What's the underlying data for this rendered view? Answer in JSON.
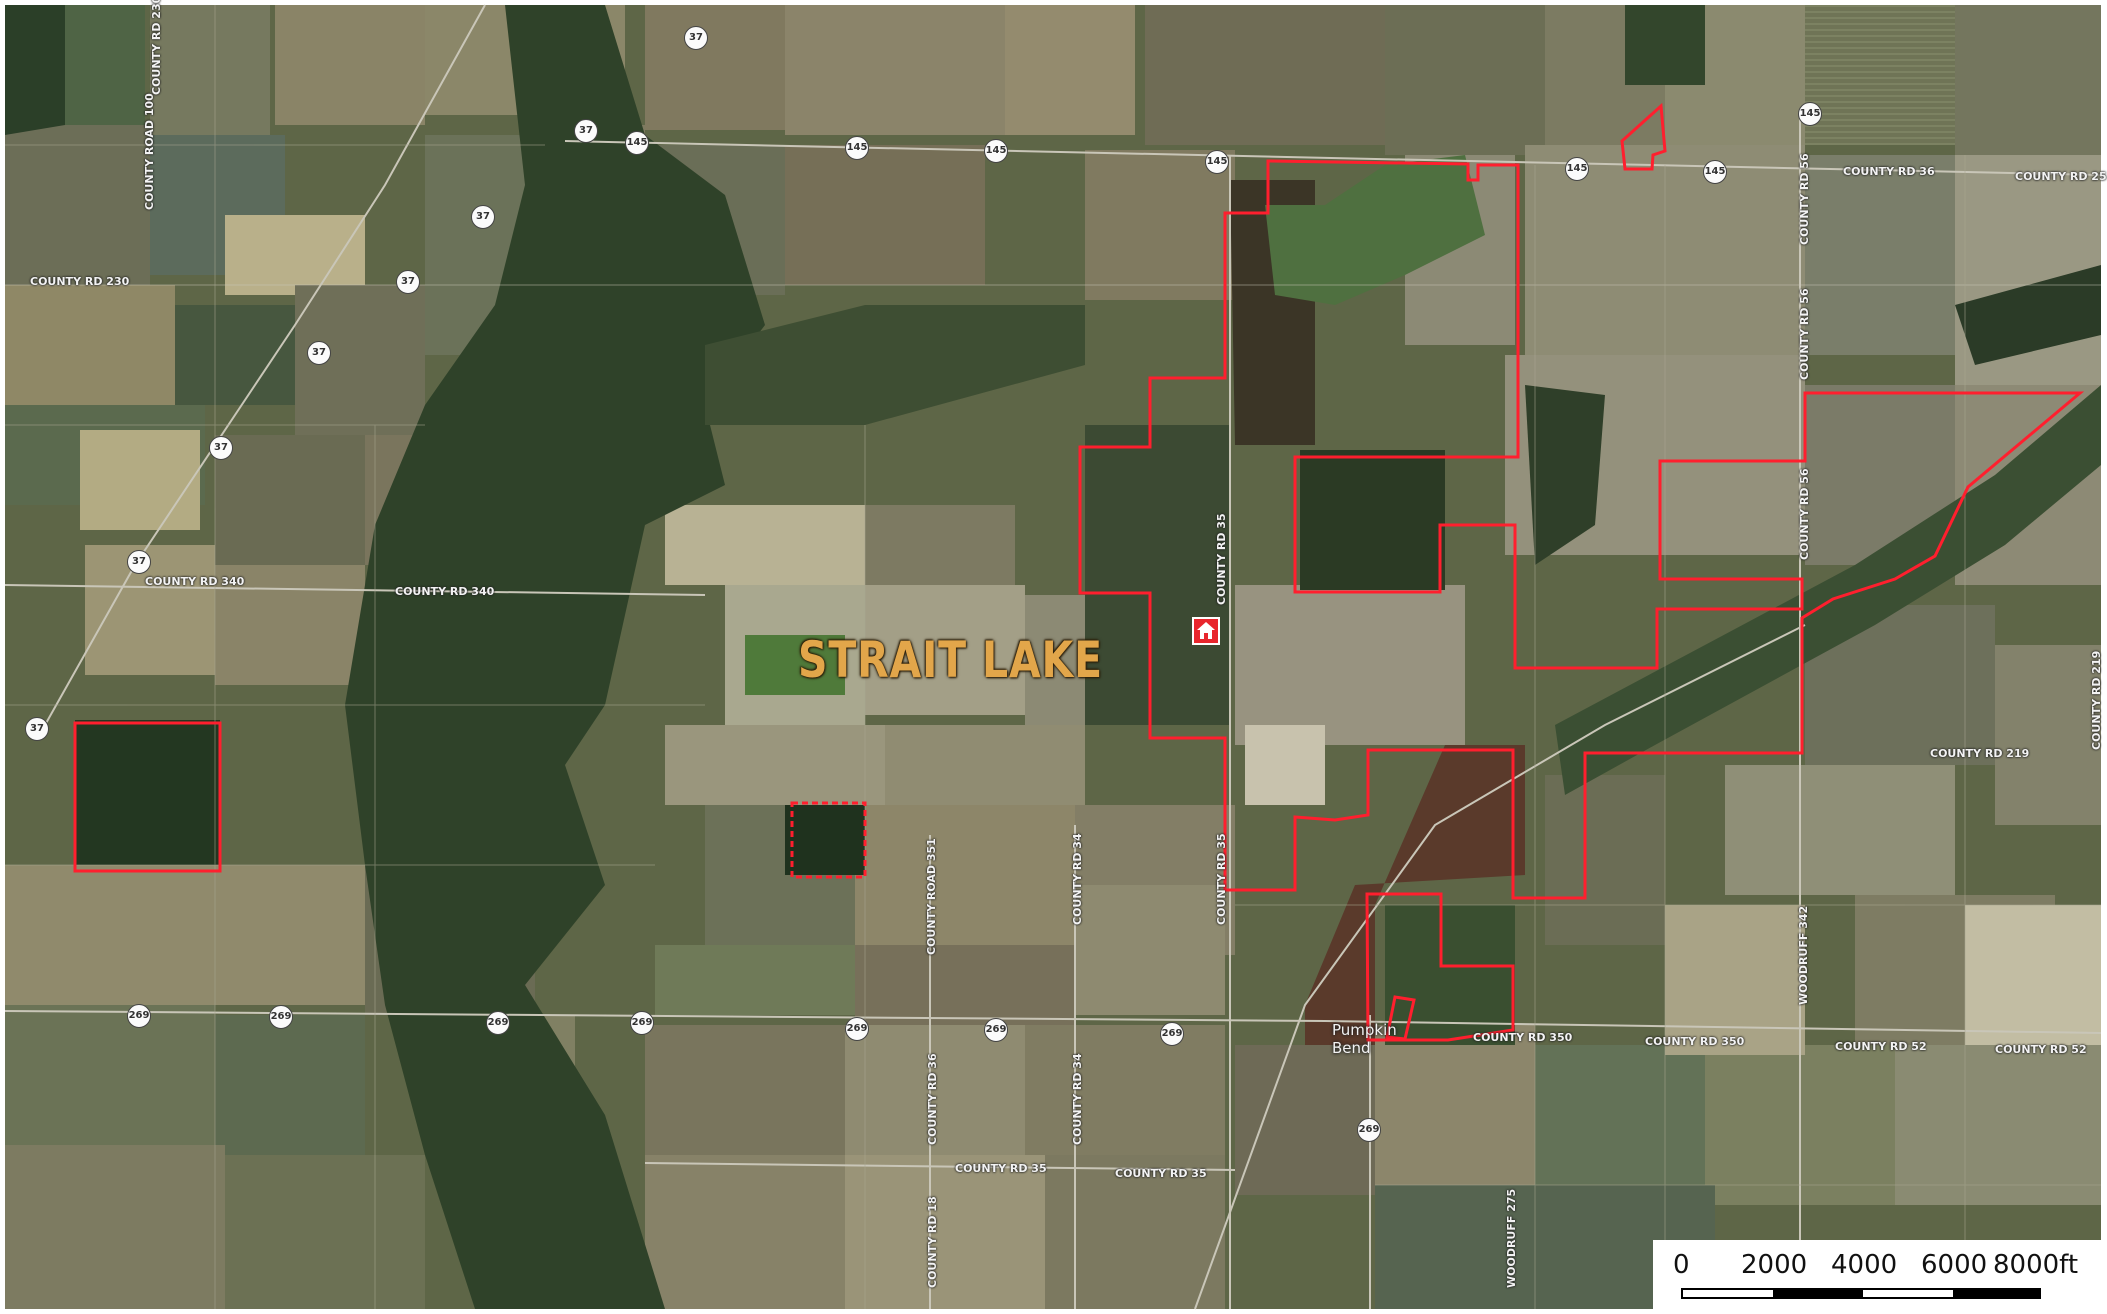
{
  "map": {
    "place_label": "STRAIT LAKE",
    "town_label": [
      "Pumpkin",
      "Bend"
    ],
    "road_labels": [
      "COUNTY RD 230",
      "COUNTY RD 340",
      "COUNTY RD 340",
      "COUNTY RD 36",
      "COUNTY RD 25",
      "COUNTY RD 219",
      "COUNTY RD 350",
      "COUNTY RD 350",
      "COUNTY RD 52",
      "COUNTY RD 52",
      "COUNTY RD 35",
      "COUNTY RD 35"
    ],
    "vertical_road_labels": [
      "COUNTY ROAD 100",
      "COUNTY RD 230",
      "COUNTY ROAD 351",
      "COUNTY RD 34",
      "COUNTY RD 35",
      "COUNTY RD 35",
      "COUNTY RD 34",
      "COUNTY RD 56",
      "COUNTY RD 56",
      "COUNTY RD 56",
      "WOODRUFF 342",
      "WOODRUFF 275",
      "COUNTY RD 18",
      "COUNTY RD 36",
      "COUNTY RD 219"
    ],
    "route_shields": [
      "37",
      "37",
      "37",
      "37",
      "37",
      "37",
      "37",
      "37",
      "145",
      "145",
      "145",
      "145",
      "145",
      "145",
      "145",
      "269",
      "269",
      "269",
      "269",
      "269",
      "269",
      "269",
      "269"
    ],
    "boundary_color": "#ff1f2e",
    "icons": [
      "home-icon"
    ]
  },
  "scale_bar": {
    "labels": [
      "0",
      "2000",
      "4000",
      "6000",
      "8000ft"
    ]
  }
}
